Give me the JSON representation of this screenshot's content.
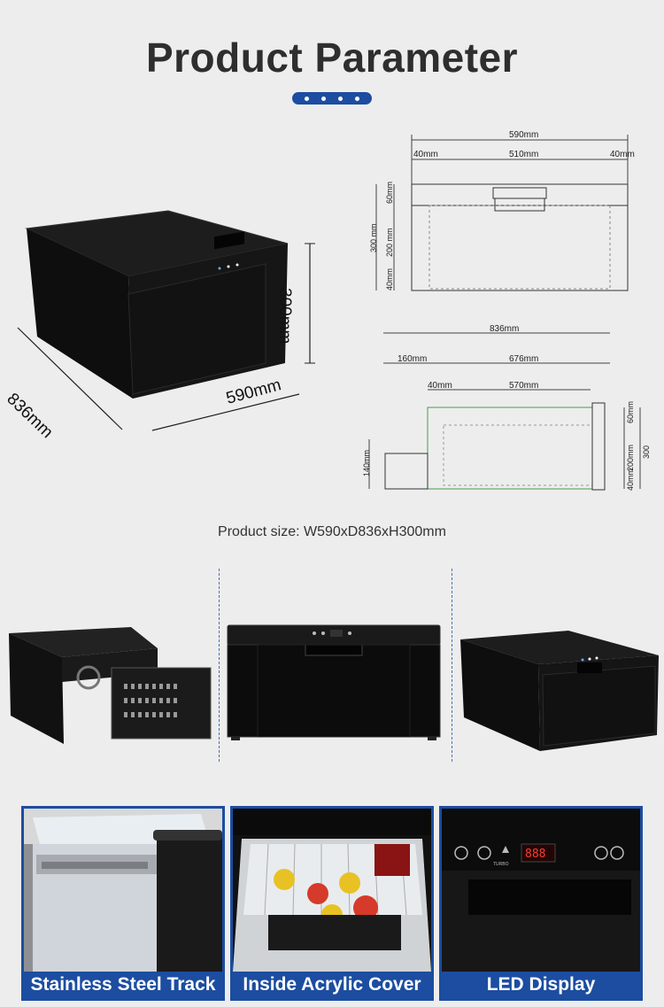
{
  "header": {
    "title": "Product Parameter"
  },
  "product_3d": {
    "height_label": "300mm",
    "width_label": "590mm",
    "depth_label": "836mm"
  },
  "front_drawing": {
    "overall_width": "590mm",
    "left_margin": "40mm",
    "inner_width": "510mm",
    "right_margin": "40mm",
    "overall_height": "300 mm",
    "top_section": "60mm",
    "middle_section": "200 mm",
    "bottom_section": "40mm"
  },
  "side_drawing": {
    "overall_depth": "836mm",
    "rear_section": "160mm",
    "body_depth": "676mm",
    "inner_offset": "40mm",
    "inner_depth": "570mm",
    "rear_height": "140mm",
    "top_section": "60mm",
    "middle_section": "200mm",
    "bottom_section": "40mm",
    "overall_height": "300"
  },
  "product_size": "Product size: W590xD836xH300mm",
  "features": [
    {
      "caption": "Stainless Steel Track"
    },
    {
      "caption": "Inside Acrylic Cover"
    },
    {
      "caption": "LED Display"
    }
  ],
  "panel_labels": {
    "turbo": "TURBO"
  },
  "colors": {
    "accent": "#1c4da0",
    "background": "#ededed",
    "product_body": "#141414"
  }
}
